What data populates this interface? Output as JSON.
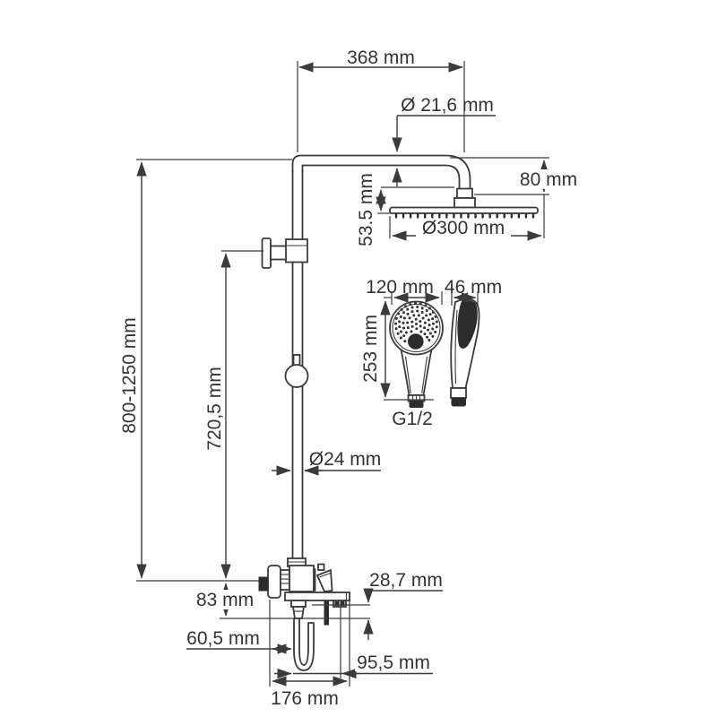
{
  "drawing": {
    "type": "shower-system-technical-drawing",
    "colors": {
      "line": "#3a3a3a",
      "text": "#333333",
      "background": "#ffffff",
      "dark_fill": "#2c2c2c"
    },
    "dimensions": {
      "top_width": "368 mm",
      "arm_pipe_diameter": "Ø 21,6 mm",
      "head_drop": "80 mm",
      "head_connector_height": "53.5 mm",
      "head_diameter": "Ø300 mm",
      "handshower_width": "120 mm",
      "handshower_depth": "46 mm",
      "handshower_length": "253 mm",
      "handshower_thread": "G1/2",
      "column_height": "800-1250 mm",
      "bracket_to_base_height": "720,5 mm",
      "riser_diameter": "Ø24 mm",
      "spout_drop": "83 mm",
      "shelf_clearance": "28,7 mm",
      "spout_reach": "60,5 mm",
      "shelf_reach": "95,5 mm",
      "total_depth": "176 mm"
    }
  }
}
